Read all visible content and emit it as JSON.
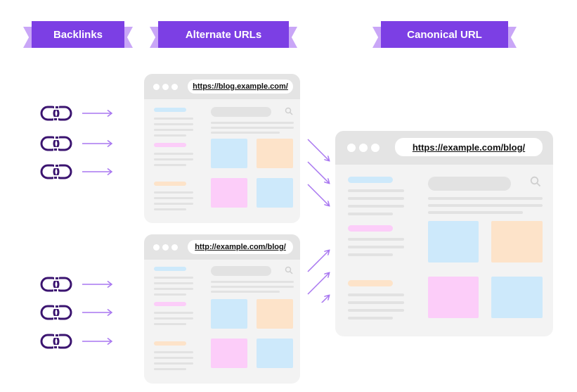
{
  "labels": {
    "backlinks": "Backlinks",
    "alternate": "Alternate URLs",
    "canonical": "Canonical URL"
  },
  "browsers": {
    "alt1_url": "https://blog.example.com/",
    "alt2_url": "http://example.com/blog/",
    "canonical_url": "https://example.com/blog/"
  },
  "colors": {
    "ribbon": "#7c3fe4",
    "ribbon_tail": "#c9a6f7",
    "link_icon": "#3b1470",
    "arrow": "#a877f0",
    "tile_blue": "#cde9fb",
    "tile_pink": "#fccdf9",
    "tile_peach": "#fde3c9"
  },
  "icons": [
    "link-icon",
    "arrow-right-icon",
    "search-icon"
  ]
}
